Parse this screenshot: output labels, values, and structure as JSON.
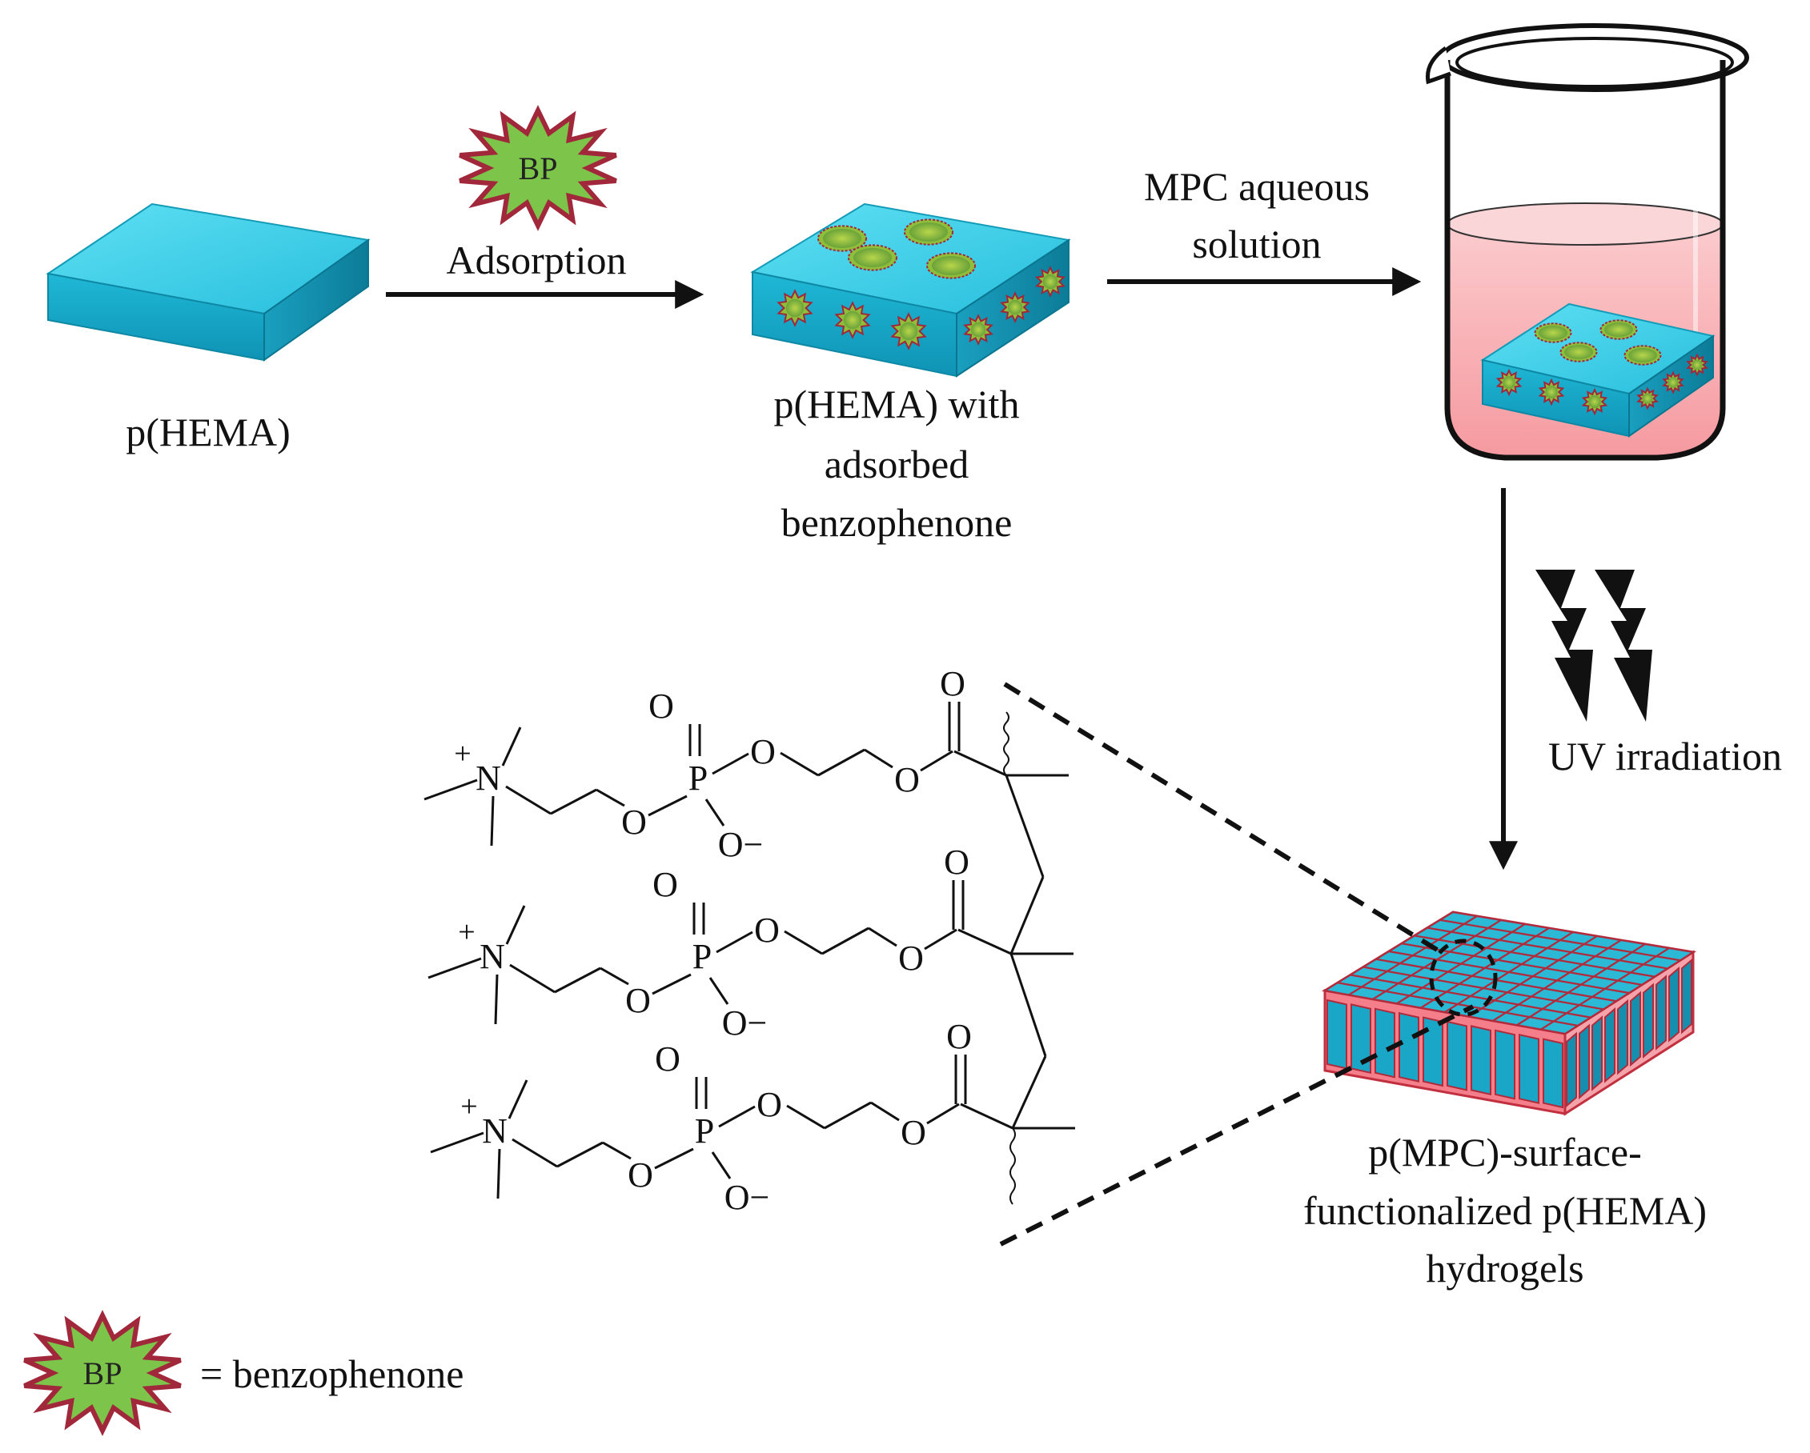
{
  "labels": {
    "phema": "p(HEMA)",
    "adsorption": "Adsorption",
    "phema_bp_1": "p(HEMA) with",
    "phema_bp_2": "adsorbed",
    "phema_bp_3": "benzophenone",
    "mpc_1": "MPC aqueous",
    "mpc_2": "solution",
    "uv": "UV irradiation",
    "final_1": "p(MPC)-surface-",
    "final_2": "functionalized p(HEMA)",
    "final_3": "hydrogels",
    "legend": "= benzophenone"
  },
  "bp_badge": {
    "text": "BP"
  },
  "chem": {
    "plus": "+",
    "N": "N",
    "O": "O",
    "P": "P",
    "O_minus": "O−"
  },
  "colors": {
    "hydrogel_top": "#3fd2ec",
    "hydrogel_front": "#17aacb",
    "hydrogel_side": "#0e89a8",
    "bp_star": "#7cc44a",
    "bp_border": "#a0283a",
    "mpc_solution": "#f7a9ad",
    "mpc_layer": "#f26c7a"
  }
}
